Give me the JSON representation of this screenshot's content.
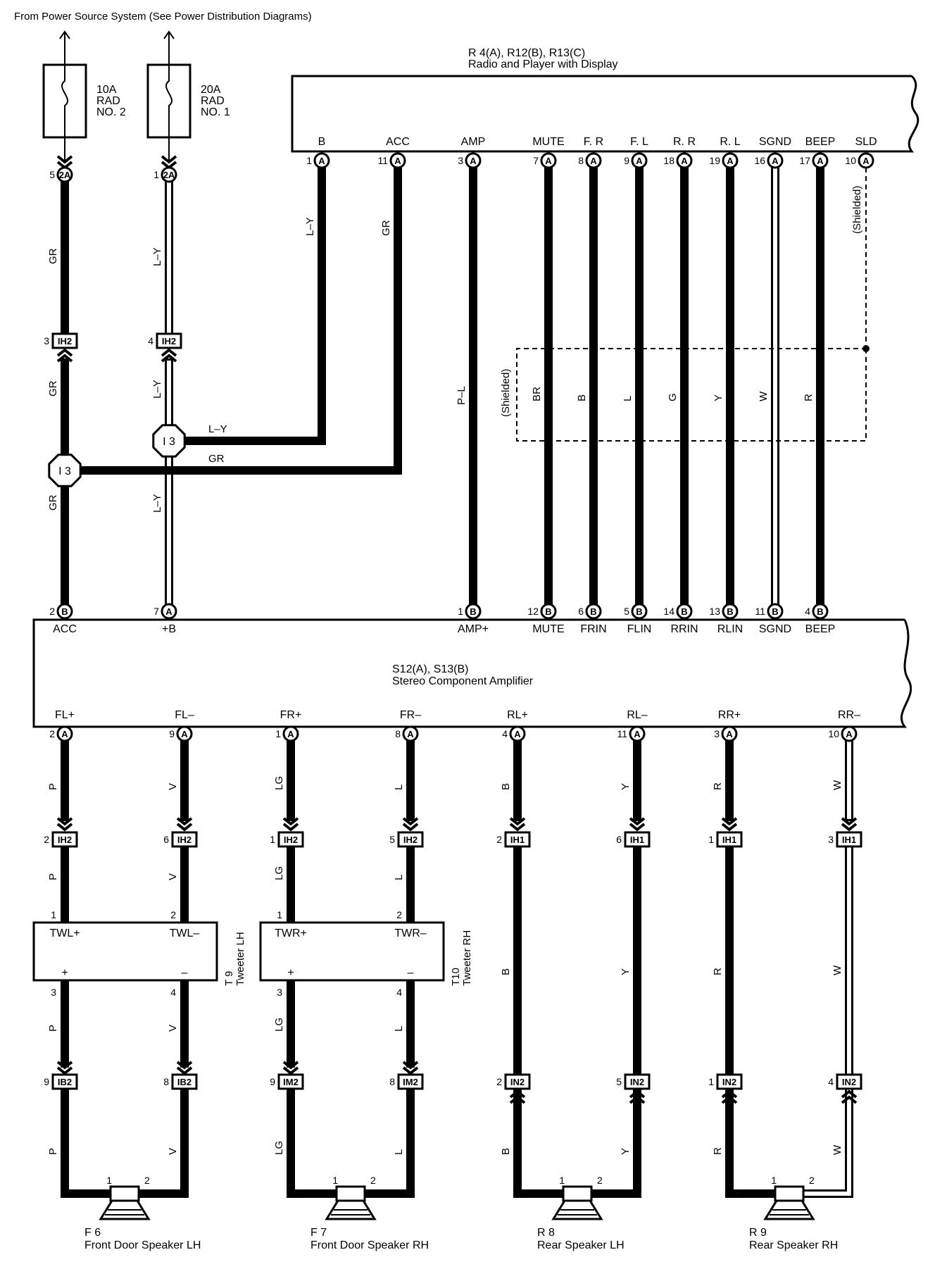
{
  "header": {
    "source": "From Power Source System (See Power Distribution Diagrams)"
  },
  "fuses": [
    {
      "rating": "10A",
      "name1": "RAD",
      "name2": "NO. 2",
      "pin": "5",
      "conn": "2A",
      "wire": "GR"
    },
    {
      "rating": "20A",
      "name1": "RAD",
      "name2": "NO. 1",
      "pin": "1",
      "conn": "2A",
      "wire": "L–Y"
    }
  ],
  "radio": {
    "codes": "R 4(A), R12(B), R13(C)",
    "name": "Radio and Player with Display",
    "terminals": [
      {
        "label": "B",
        "pin": "1",
        "conn": "A",
        "wire": "L–Y"
      },
      {
        "label": "ACC",
        "pin": "11",
        "conn": "A",
        "wire": "GR"
      },
      {
        "label": "AMP",
        "pin": "3",
        "conn": "A",
        "wire": "P–L"
      },
      {
        "label": "MUTE",
        "pin": "7",
        "conn": "A",
        "wire": "BR"
      },
      {
        "label": "F. R",
        "pin": "8",
        "conn": "A",
        "wire": "B"
      },
      {
        "label": "F. L",
        "pin": "9",
        "conn": "A",
        "wire": "L"
      },
      {
        "label": "R. R",
        "pin": "18",
        "conn": "A",
        "wire": "G"
      },
      {
        "label": "R. L",
        "pin": "19",
        "conn": "A",
        "wire": "Y"
      },
      {
        "label": "SGND",
        "pin": "16",
        "conn": "A",
        "wire": "W"
      },
      {
        "label": "BEEP",
        "pin": "17",
        "conn": "A",
        "wire": "R"
      },
      {
        "label": "SLD",
        "pin": "10",
        "conn": "A",
        "wire": "(Shielded)"
      }
    ]
  },
  "shield_label": "(Shielded)",
  "ih2_upper": [
    {
      "pin": "3",
      "conn": "IH2",
      "wire": "GR"
    },
    {
      "pin": "4",
      "conn": "IH2",
      "wire": "L–Y"
    }
  ],
  "junctions": [
    {
      "label": "I 3",
      "wire": "L–Y"
    },
    {
      "label": "I 3",
      "wire": "GR"
    }
  ],
  "lower_wires": {
    "left": "GR",
    "right": "L–Y"
  },
  "amp": {
    "codes": "S12(A), S13(B)",
    "name": "Stereo Component Amplifier",
    "inputs": [
      {
        "label": "ACC",
        "pin": "2",
        "conn": "B"
      },
      {
        "label": "+B",
        "pin": "7",
        "conn": "A"
      },
      {
        "label": "AMP+",
        "pin": "1",
        "conn": "B"
      },
      {
        "label": "MUTE",
        "pin": "12",
        "conn": "B"
      },
      {
        "label": "FRIN",
        "pin": "6",
        "conn": "B"
      },
      {
        "label": "FLIN",
        "pin": "5",
        "conn": "B"
      },
      {
        "label": "RRIN",
        "pin": "14",
        "conn": "B"
      },
      {
        "label": "RLIN",
        "pin": "13",
        "conn": "B"
      },
      {
        "label": "SGND",
        "pin": "11",
        "conn": "B"
      },
      {
        "label": "BEEP",
        "pin": "4",
        "conn": "B"
      }
    ],
    "outputs": [
      {
        "label": "FL+",
        "pin": "2",
        "conn": "A",
        "wire": "P"
      },
      {
        "label": "FL–",
        "pin": "9",
        "conn": "A",
        "wire": "V"
      },
      {
        "label": "FR+",
        "pin": "1",
        "conn": "A",
        "wire": "LG"
      },
      {
        "label": "FR–",
        "pin": "8",
        "conn": "A",
        "wire": "L"
      },
      {
        "label": "RL+",
        "pin": "4",
        "conn": "A",
        "wire": "B"
      },
      {
        "label": "RL–",
        "pin": "11",
        "conn": "A",
        "wire": "Y"
      },
      {
        "label": "RR+",
        "pin": "3",
        "conn": "A",
        "wire": "R"
      },
      {
        "label": "RR–",
        "pin": "10",
        "conn": "A",
        "wire": "W"
      }
    ]
  },
  "mid_connectors": [
    {
      "pin": "2",
      "conn": "IH2"
    },
    {
      "pin": "6",
      "conn": "IH2"
    },
    {
      "pin": "1",
      "conn": "IH2"
    },
    {
      "pin": "5",
      "conn": "IH2"
    },
    {
      "pin": "2",
      "conn": "IH1"
    },
    {
      "pin": "6",
      "conn": "IH1"
    },
    {
      "pin": "1",
      "conn": "IH1"
    },
    {
      "pin": "3",
      "conn": "IH1"
    }
  ],
  "tweeters": [
    {
      "code": "T 9",
      "name": "Tweeter LH",
      "term_left": "TWL+",
      "term_right": "TWL–",
      "in_left": "1",
      "in_right": "2",
      "out_left": "3",
      "out_right": "4",
      "plus": "+",
      "minus": "–"
    },
    {
      "code": "T10",
      "name": "Tweeter RH",
      "term_left": "TWR+",
      "term_right": "TWR–",
      "in_left": "1",
      "in_right": "2",
      "out_left": "3",
      "out_right": "4",
      "plus": "+",
      "minus": "–"
    }
  ],
  "bottom_connectors": [
    {
      "pin": "9",
      "conn": "IB2"
    },
    {
      "pin": "8",
      "conn": "IB2"
    },
    {
      "pin": "9",
      "conn": "IM2"
    },
    {
      "pin": "8",
      "conn": "IM2"
    },
    {
      "pin": "2",
      "conn": "IN2"
    },
    {
      "pin": "5",
      "conn": "IN2"
    },
    {
      "pin": "1",
      "conn": "IN2"
    },
    {
      "pin": "4",
      "conn": "IN2"
    }
  ],
  "speakers": [
    {
      "code": "F 6",
      "name": "Front Door Speaker LH",
      "pin1": "1",
      "pin2": "2"
    },
    {
      "code": "F 7",
      "name": "Front Door Speaker RH",
      "pin1": "1",
      "pin2": "2"
    },
    {
      "code": "R 8",
      "name": "Rear Speaker LH",
      "pin1": "1",
      "pin2": "2"
    },
    {
      "code": "R 9",
      "name": "Rear Speaker RH",
      "pin1": "1",
      "pin2": "2"
    }
  ]
}
